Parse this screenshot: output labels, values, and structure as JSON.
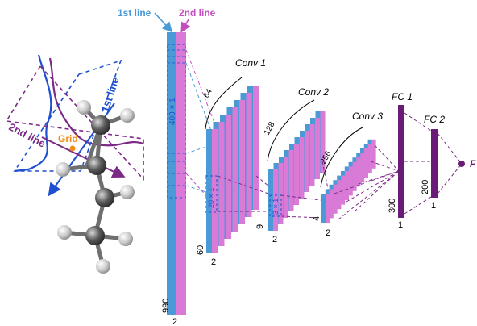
{
  "molecule": {
    "grid_label": "Grid",
    "line1_label": "1st line",
    "line2_label": "2nd line"
  },
  "input_layer": {
    "header_line1": "1st line",
    "header_line2": "2nd line",
    "inner_size": "400 × 1",
    "height": "990",
    "width": "2"
  },
  "conv1": {
    "title": "Conv 1",
    "filters": "64",
    "height": "60",
    "width": "2",
    "kernel": "20 × 1"
  },
  "conv2": {
    "title": "Conv 2",
    "filters": "128",
    "height": "9",
    "width": "2",
    "kernel": "3 × 1"
  },
  "conv3": {
    "title": "Conv 3",
    "filters": "256",
    "height": "4",
    "width": "2"
  },
  "fc1": {
    "title": "FC 1",
    "size": "300",
    "width": "1"
  },
  "fc2": {
    "title": "FC 2",
    "size": "200",
    "width": "1"
  },
  "output": {
    "label": "F"
  },
  "colors": {
    "blue": "#4a9ad8",
    "pink": "#d97ad6",
    "purple": "#6a1b78",
    "line_blue": "#1f4fd1",
    "orange": "#f08c1a"
  }
}
